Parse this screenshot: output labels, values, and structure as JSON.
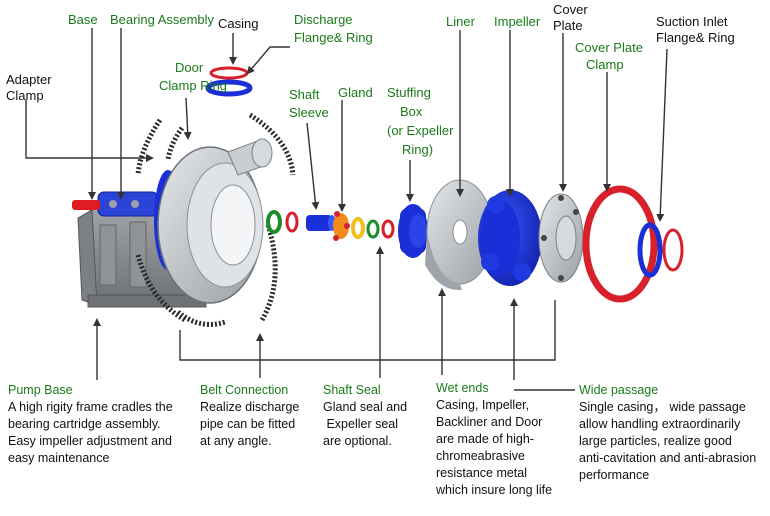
{
  "labels": {
    "base": "Base",
    "bearing_assembly": "Bearing Assembly",
    "casing": "Casing",
    "discharge_flange_1": "Discharge",
    "discharge_flange_2": "Flange& Ring",
    "liner": "Liner",
    "impeller": "Impeller",
    "cover_plate_1": "Cover",
    "cover_plate_2": "Plate",
    "cover_plate_clamp_1": "Cover Plate",
    "cover_plate_clamp_2": "Clamp",
    "suction_inlet_1": "Suction Inlet",
    "suction_inlet_2": "Flange& Ring",
    "adapter_clamp_1": "Adapter",
    "adapter_clamp_2": "Clamp",
    "door_clamp_ring_1": "Door",
    "door_clamp_ring_2": "Clamp Ring",
    "shaft_sleeve_1": "Shaft",
    "shaft_sleeve_2": "Sleeve",
    "gland": "Gland",
    "stuffing_box_1": "Stuffing",
    "stuffing_box_2": "Box",
    "stuffing_box_3": "(or Expeller",
    "stuffing_box_4": "Ring)"
  },
  "descriptions": {
    "pump_base": {
      "title": "Pump Base",
      "lines": [
        "A high rigity frame cradles the",
        "bearing cartridge assembly.",
        "Easy impeller adjustment and",
        "easy maintenance"
      ]
    },
    "belt_connection": {
      "title": "Belt Connection",
      "lines": [
        "Realize discharge",
        "pipe can be fitted",
        "at any angle."
      ]
    },
    "shaft_seal": {
      "title": "Shaft Seal",
      "lines": [
        "Gland seal and",
        " Expeller seal",
        "are optional."
      ]
    },
    "wet_ends": {
      "title": "Wet ends",
      "lines": [
        "Casing, Impeller,",
        "Backliner and Door",
        "are made of high-",
        "chromeabrasive",
        "resistance metal",
        "which insure long life"
      ]
    },
    "wide_passage": {
      "title": "Wide passage",
      "lines": [
        "Single casing， wide passage",
        "allow handling extraordinarily",
        "large particles, realize good",
        "anti-cavitation and anti-abrasion",
        "performance"
      ]
    }
  },
  "colors": {
    "label_green": "#1a7a1a",
    "body_text": "#111111",
    "part_blue": "#1a2fd8",
    "part_red": "#d8202a",
    "part_grey": "#b9bec4",
    "frame_grey": "#8a8d90",
    "seal_green": "#1e8c2a",
    "gland_orange": "#f08a18",
    "arrow": "#333333"
  }
}
